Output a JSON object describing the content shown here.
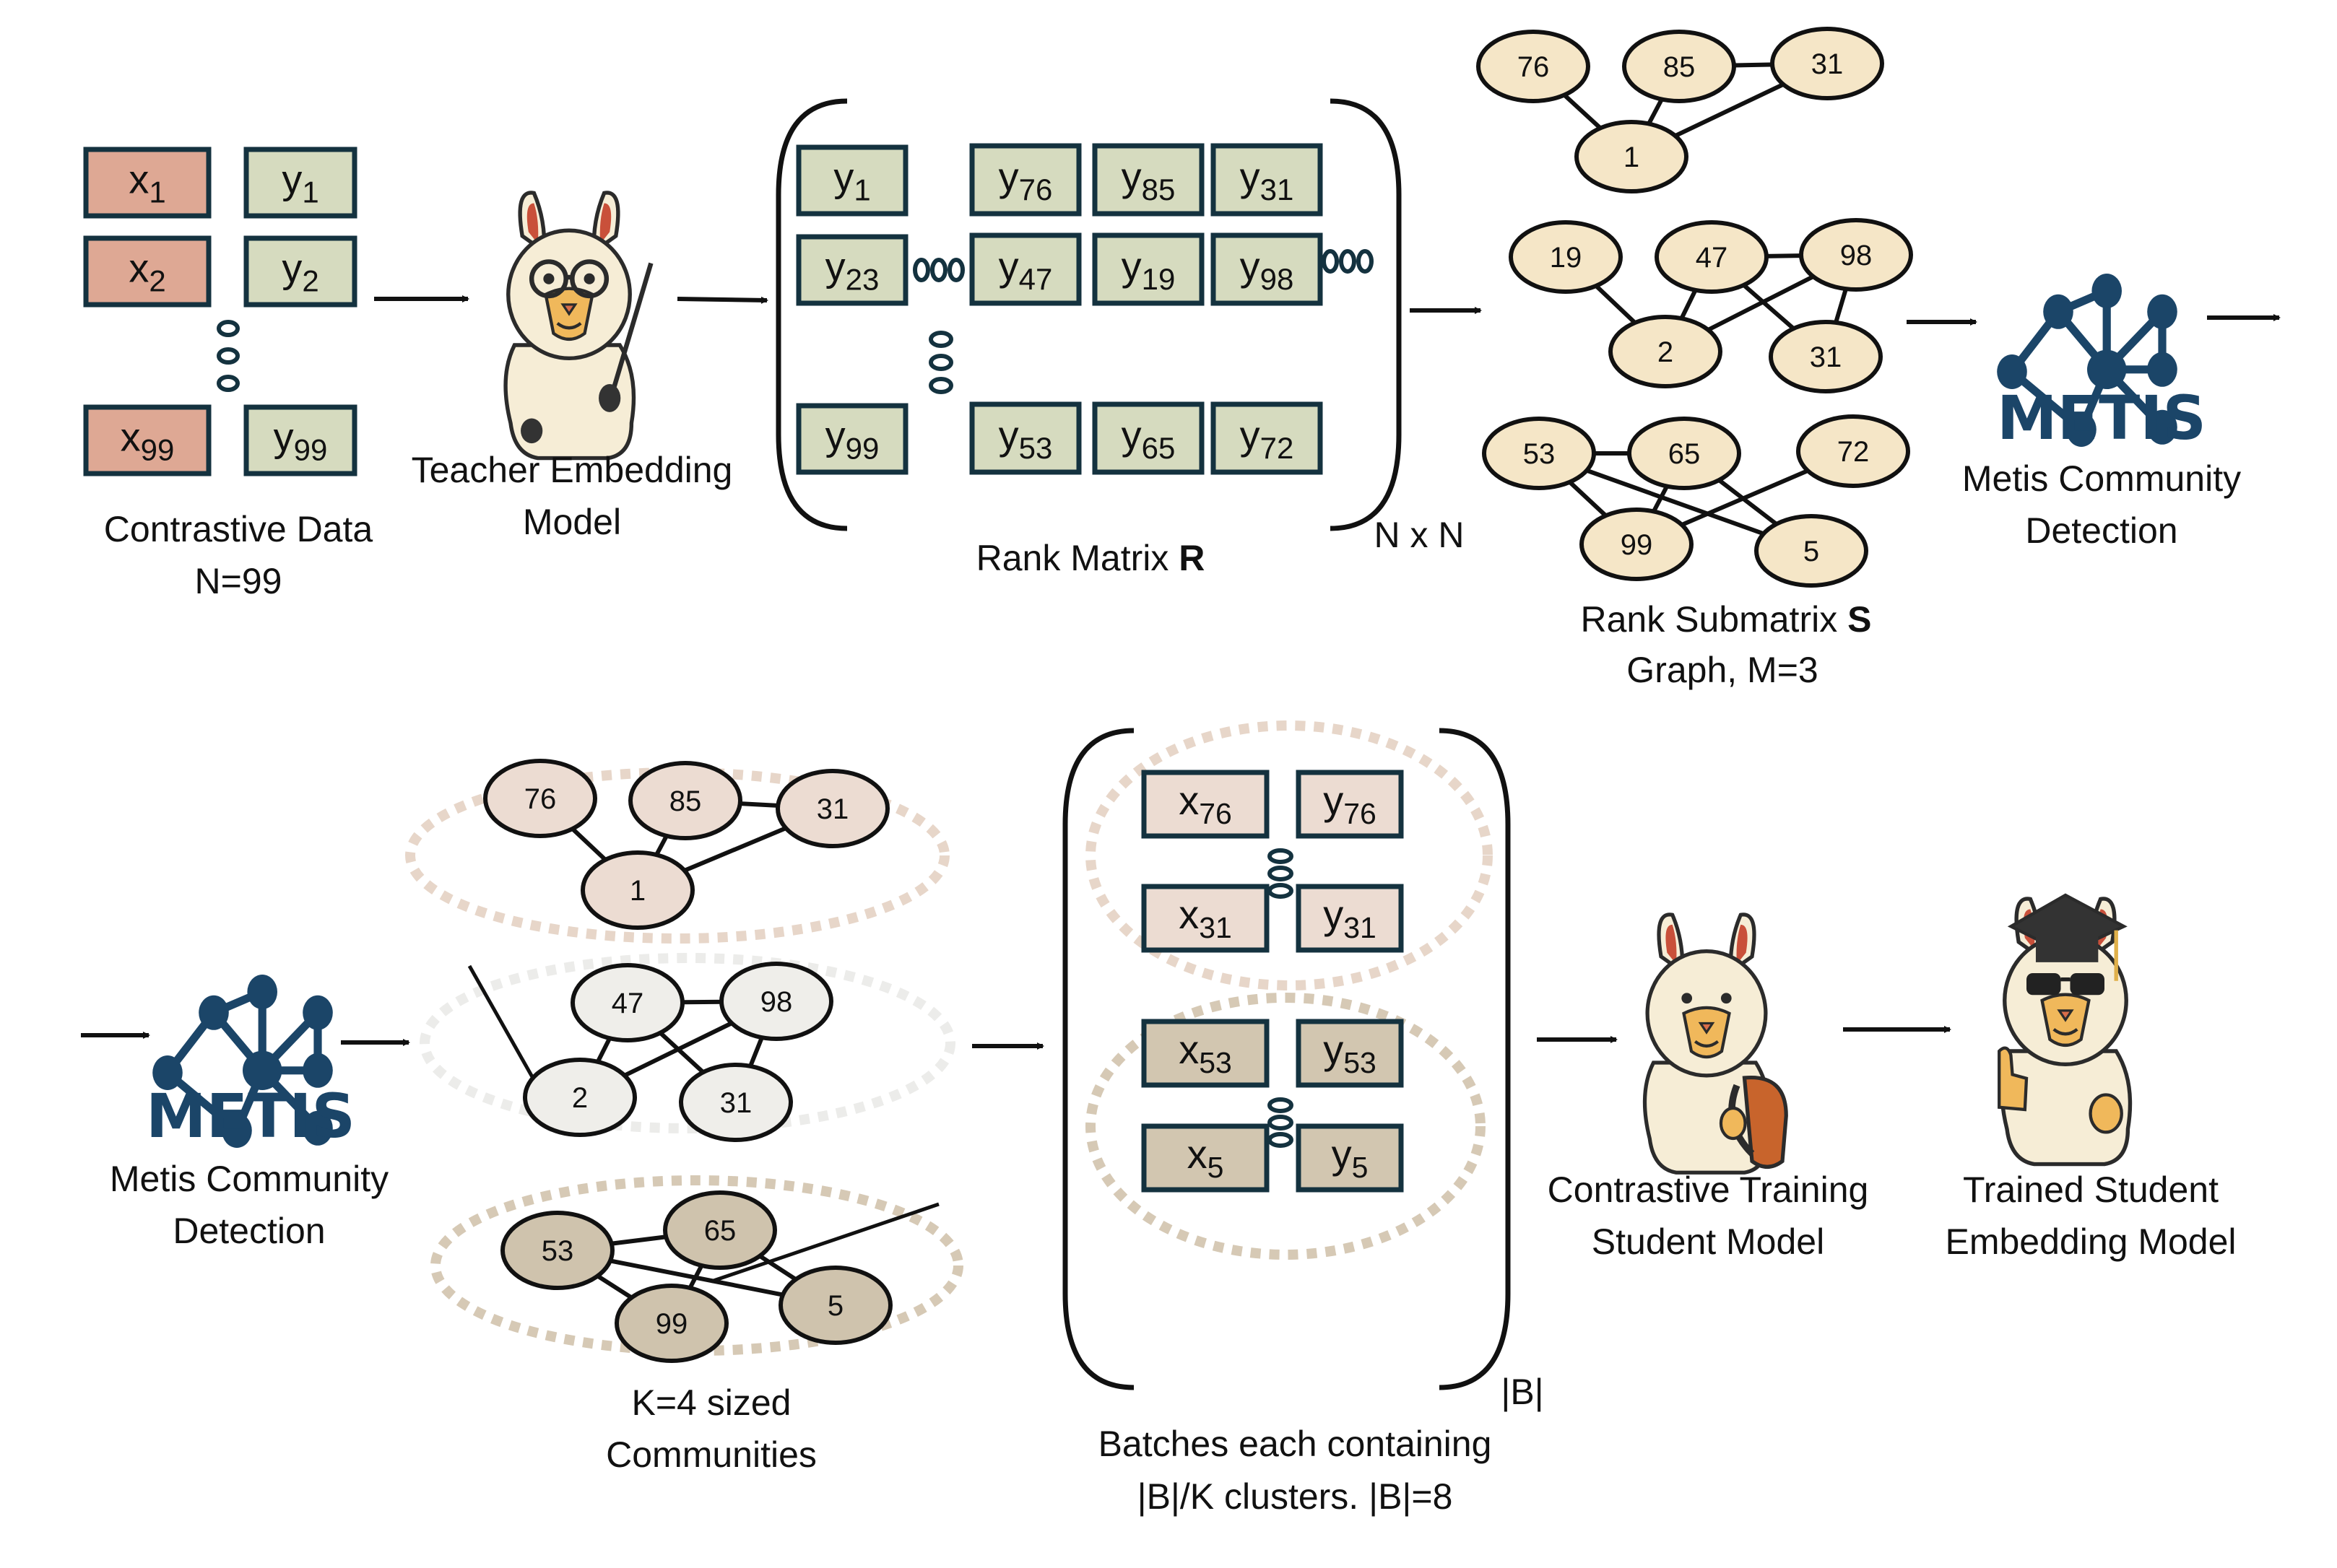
{
  "colors": {
    "x_box": "#dea894",
    "y_box": "#d6dbbf",
    "box_border": "#14323f",
    "node_fill_graph": "#f5e6c7",
    "community_1": "#ecdcd2",
    "community_2": "#efeeea",
    "community_3": "#cfc3ad",
    "community_ring_1": "#e7d6c9",
    "community_ring_2": "#ececea",
    "community_ring_3": "#d6c9b5",
    "batch_box_1": "#ecdcd2",
    "batch_box_2": "#d2c6b0",
    "metis": "#1b4568",
    "ellipsis": "#14323f"
  },
  "contrastive_data": {
    "pairs": [
      {
        "x": "x",
        "x_sub": "1",
        "y": "y",
        "y_sub": "1"
      },
      {
        "x": "x",
        "x_sub": "2",
        "y": "y",
        "y_sub": "2"
      },
      {
        "x": "x",
        "x_sub": "99",
        "y": "y",
        "y_sub": "99"
      }
    ],
    "label_line1": "Contrastive Data",
    "label_line2": "N=99"
  },
  "teacher": {
    "icon": "teacher-llama-icon",
    "label_line1": "Teacher Embedding",
    "label_line2": "Model"
  },
  "rank_matrix": {
    "rows": [
      {
        "first": "1",
        "cols": [
          "76",
          "85",
          "31"
        ]
      },
      {
        "first": "23",
        "cols": [
          "47",
          "19",
          "98"
        ]
      },
      {
        "first": "99",
        "cols": [
          "53",
          "65",
          "72"
        ]
      }
    ],
    "var": "y",
    "label": "Rank Matrix ",
    "label_bold": "R",
    "dims": "N x N"
  },
  "submatrix_graphs": {
    "graphs": [
      {
        "nodes": [
          "76",
          "85",
          "31",
          "1"
        ],
        "edges": [
          [
            "76",
            "1"
          ],
          [
            "85",
            "1"
          ],
          [
            "85",
            "31"
          ],
          [
            "31",
            "1"
          ]
        ]
      },
      {
        "nodes": [
          "19",
          "47",
          "98",
          "2",
          "31"
        ],
        "edges": [
          [
            "19",
            "2"
          ],
          [
            "47",
            "2"
          ],
          [
            "47",
            "98"
          ],
          [
            "98",
            "2"
          ],
          [
            "47",
            "31"
          ],
          [
            "98",
            "31"
          ]
        ]
      },
      {
        "nodes": [
          "53",
          "65",
          "72",
          "99",
          "5"
        ],
        "edges": [
          [
            "53",
            "65"
          ],
          [
            "53",
            "99"
          ],
          [
            "53",
            "5"
          ],
          [
            "65",
            "99"
          ],
          [
            "65",
            "5"
          ],
          [
            "72",
            "99"
          ]
        ]
      }
    ],
    "label": "Rank Submatrix ",
    "label_bold": "S",
    "label_line2": "Graph, M=3"
  },
  "metis": {
    "icon": "metis-network-icon",
    "word": "METIS",
    "label_line1": "Metis Community",
    "label_line2": "Detection"
  },
  "communities": {
    "groups": [
      {
        "nodes": [
          "76",
          "85",
          "31",
          "1"
        ]
      },
      {
        "nodes": [
          "47",
          "98",
          "2",
          "31"
        ]
      },
      {
        "nodes": [
          "53",
          "65",
          "99",
          "5"
        ]
      }
    ],
    "label_line1": "K=4 sized",
    "label_line2": "Communities"
  },
  "batches": {
    "clusters": [
      {
        "rows": [
          {
            "x_sub": "76",
            "y_sub": "76"
          },
          {
            "x_sub": "31",
            "y_sub": "31"
          }
        ]
      },
      {
        "rows": [
          {
            "x_sub": "53",
            "y_sub": "53"
          },
          {
            "x_sub": "5",
            "y_sub": "5"
          }
        ]
      }
    ],
    "dims": "|B|",
    "label_line1": "Batches each containing",
    "label_line2": "|B|/K clusters. |B|=8"
  },
  "student": {
    "icon": "student-llama-icon",
    "label_line1": "Contrastive Training",
    "label_line2": "Student Model"
  },
  "trained": {
    "icon": "graduate-llama-icon",
    "label_line1": "Trained Student",
    "label_line2": "Embedding Model"
  }
}
